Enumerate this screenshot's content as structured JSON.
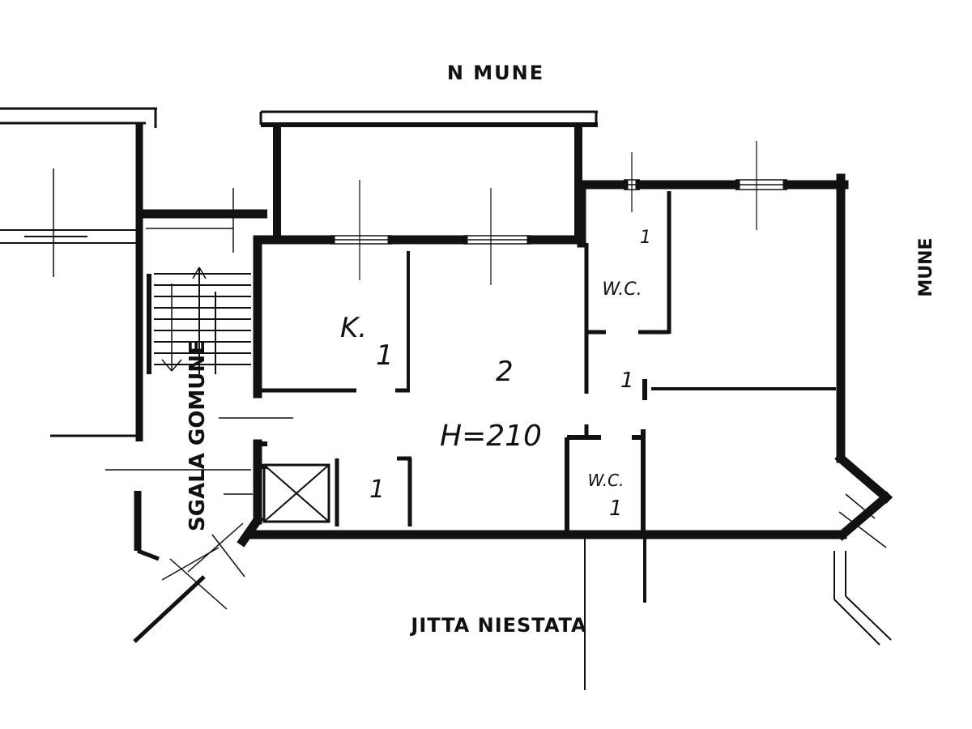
{
  "colors": {
    "ink": "#111111",
    "paper": "#ffffff"
  },
  "labels": {
    "top_neighbor": "N    MUNE",
    "right_neighbor": "MUNE",
    "bottom_street": "JITTA  NIESTATA",
    "stair": "SGALA  GOMUNE",
    "kitchen": "K.",
    "wc_upper": "W.C.",
    "wc_lower": "W.C.",
    "height": "H=210"
  },
  "room_numbers": {
    "kitchen": "1",
    "living": "2",
    "wc_upper": "1",
    "hall": "1",
    "storage": "1",
    "wc_lower": "1"
  }
}
